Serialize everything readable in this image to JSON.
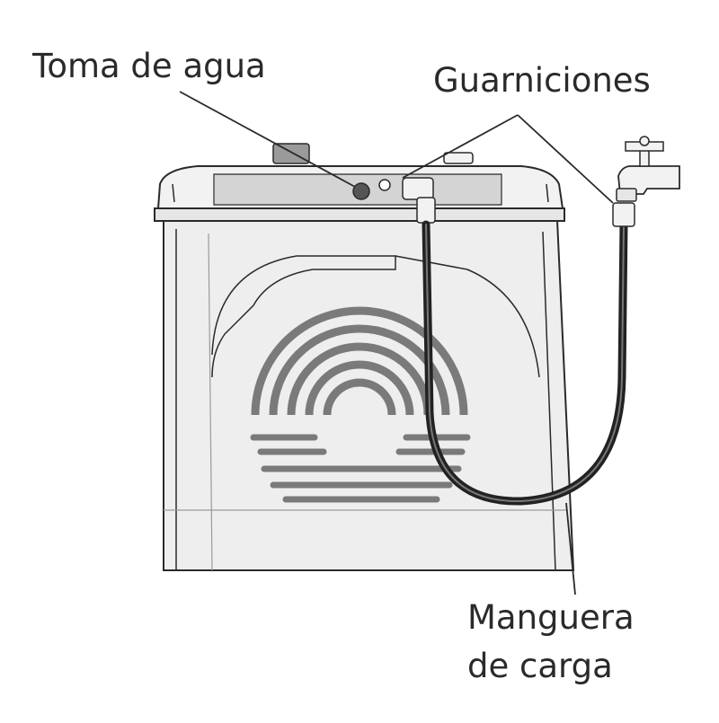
{
  "labels": {
    "water_inlet": "Toma de agua",
    "fittings": "Guarniciones",
    "fill_hose_line1": "Manguera",
    "fill_hose_line2": "de carga"
  },
  "icons": [
    "dryer-icon",
    "faucet-icon",
    "hose-icon"
  ],
  "colors": {
    "outline": "#2a2a2a",
    "body_fill": "#eeeeee",
    "top_fill": "#d4d4d4",
    "vent_fill": "#7a7a7a",
    "hose": "#222222"
  }
}
